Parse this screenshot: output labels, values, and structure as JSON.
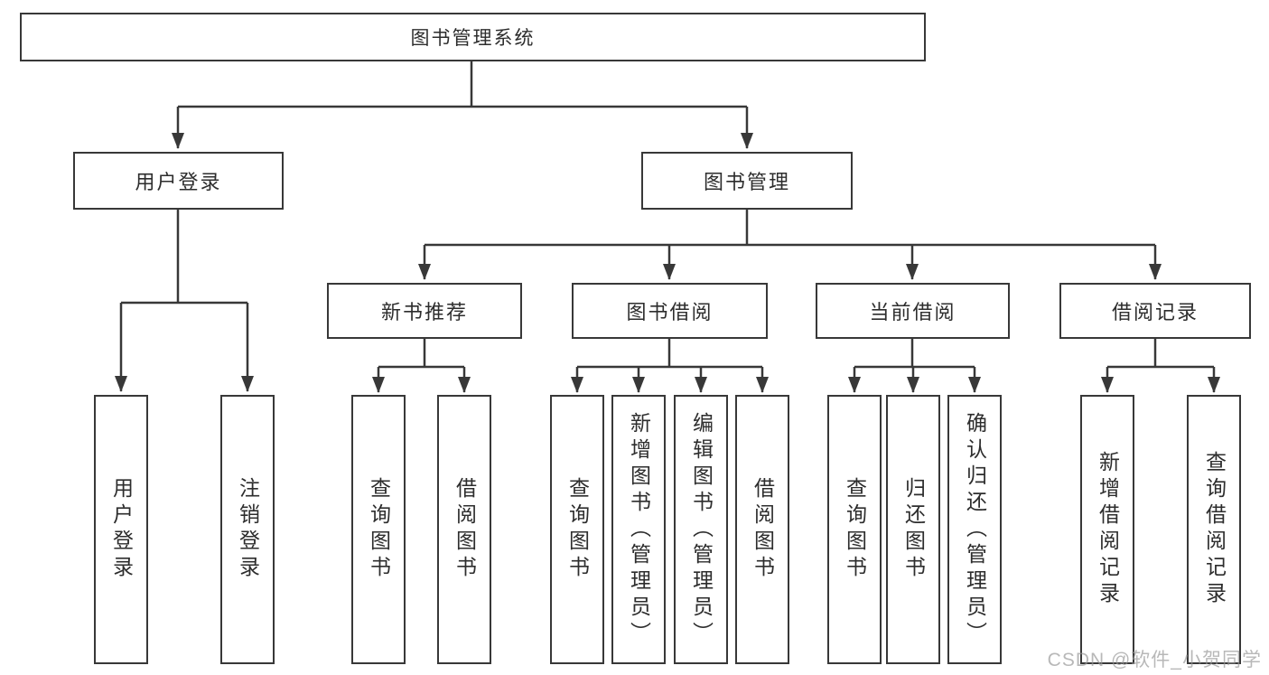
{
  "tree": {
    "label": "图书管理系统",
    "children": [
      {
        "label": "用户登录",
        "children": [
          {
            "label": "用户登录"
          },
          {
            "label": "注销登录"
          }
        ]
      },
      {
        "label": "图书管理",
        "children": [
          {
            "label": "新书推荐",
            "children": [
              {
                "label": "查询图书"
              },
              {
                "label": "借阅图书"
              }
            ]
          },
          {
            "label": "图书借阅",
            "children": [
              {
                "label": "查询图书"
              },
              {
                "label": "新增图书（管理员）"
              },
              {
                "label": "编辑图书（管理员）"
              },
              {
                "label": "借阅图书"
              }
            ]
          },
          {
            "label": "当前借阅",
            "children": [
              {
                "label": "查询图书"
              },
              {
                "label": "归还图书"
              },
              {
                "label": "确认归还（管理员）"
              }
            ]
          },
          {
            "label": "借阅记录",
            "children": [
              {
                "label": "新增借阅记录"
              },
              {
                "label": "查询借阅记录"
              }
            ]
          }
        ]
      }
    ]
  },
  "watermark": {
    "text": "CSDN @软件_小贺同学"
  },
  "colors": {
    "line": "#383838",
    "box_border": "#383838",
    "box_fill": "#ffffff",
    "text": "#2d2d2d",
    "watermark": "#969696"
  }
}
